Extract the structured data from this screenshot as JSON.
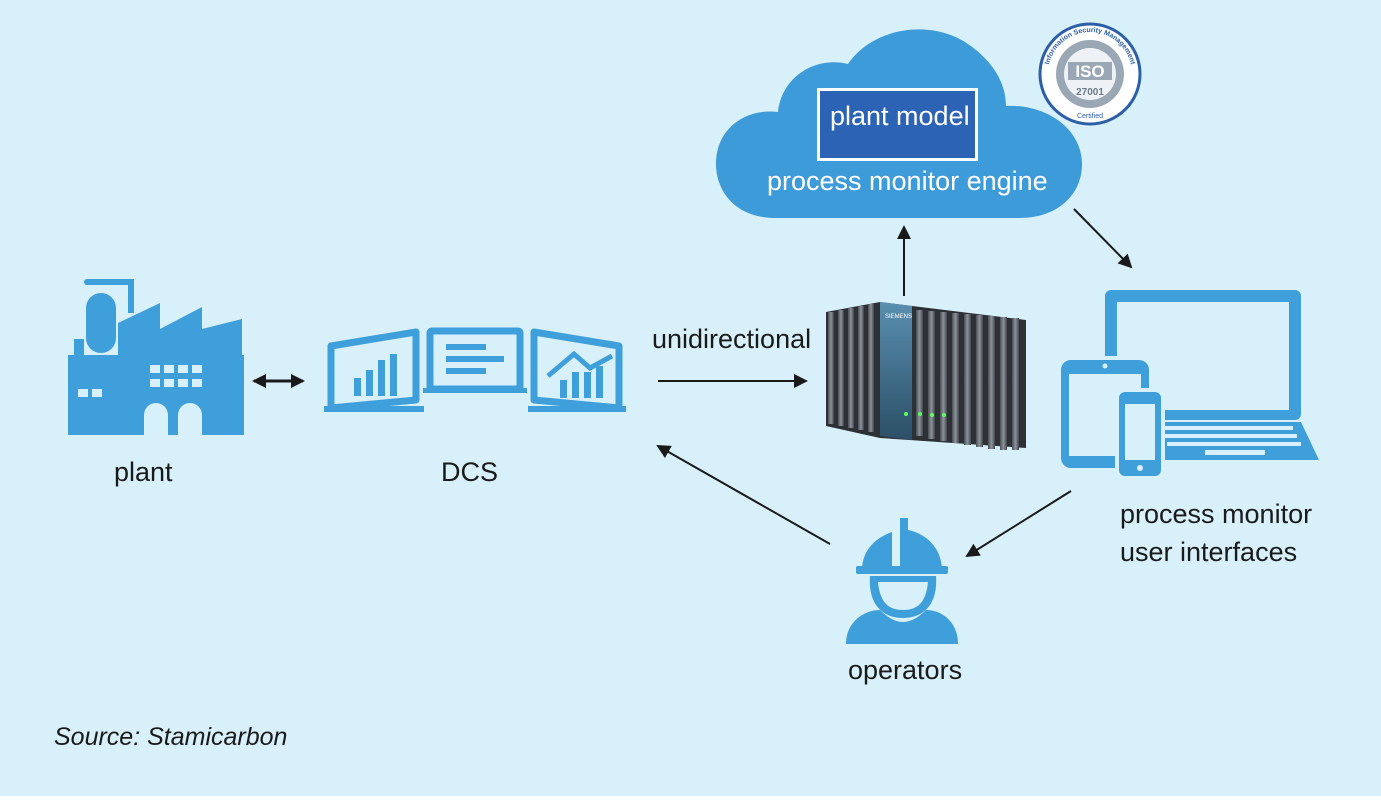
{
  "diagram": {
    "nodes": {
      "plant": "plant",
      "dcs": "DCS",
      "cloud_box": "plant model",
      "cloud_engine": "process monitor engine",
      "iso_badge": {
        "title": "ISO",
        "number": "27001",
        "ring_text": "Information Security Management",
        "certified": "Certified"
      },
      "operators": "operators",
      "ui_line1": "process monitor",
      "ui_line2": "user interfaces"
    },
    "edge_labels": {
      "unidirectional": "unidirectional"
    },
    "edges": [
      {
        "from": "plant",
        "to": "DCS",
        "direction": "both"
      },
      {
        "from": "DCS",
        "to": "gateway device",
        "label": "unidirectional"
      },
      {
        "from": "gateway device",
        "to": "process monitor engine"
      },
      {
        "from": "process monitor engine",
        "to": "process monitor user interfaces"
      },
      {
        "from": "process monitor user interfaces",
        "to": "operators"
      },
      {
        "from": "operators",
        "to": "DCS"
      }
    ],
    "device_brand": "SIEMENS"
  },
  "footer": {
    "source": "Source: Stamicarbon"
  },
  "colors": {
    "background": "#d8f0f9",
    "icon_blue": "#3f9fdb",
    "cloud_blue": "#3e9bd9",
    "box_blue": "#2c63b4",
    "arrow": "#1a1a1a"
  }
}
